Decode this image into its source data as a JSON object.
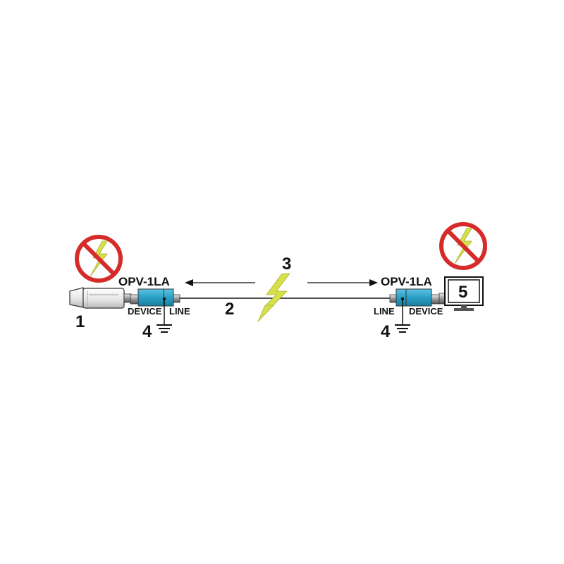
{
  "diagram": {
    "left_unit": {
      "model": "OPV-1LA",
      "port_device": "DEVICE",
      "port_line": "LINE",
      "ground_number": "4"
    },
    "right_unit": {
      "model": "OPV-1LA",
      "port_line": "LINE",
      "port_device": "DEVICE",
      "ground_number": "4"
    },
    "camera_number": "1",
    "cable_number": "2",
    "surge_number": "3",
    "monitor_number": "5",
    "colors": {
      "protector_body": "#2a9fc4",
      "lightning": "#d6e04a",
      "no_sign_red": "#d62b2b",
      "line": "#111111"
    },
    "icons": [
      "camera-icon",
      "monitor-icon",
      "lightning-icon",
      "no-lightning-sign-icon",
      "ground-icon"
    ]
  }
}
